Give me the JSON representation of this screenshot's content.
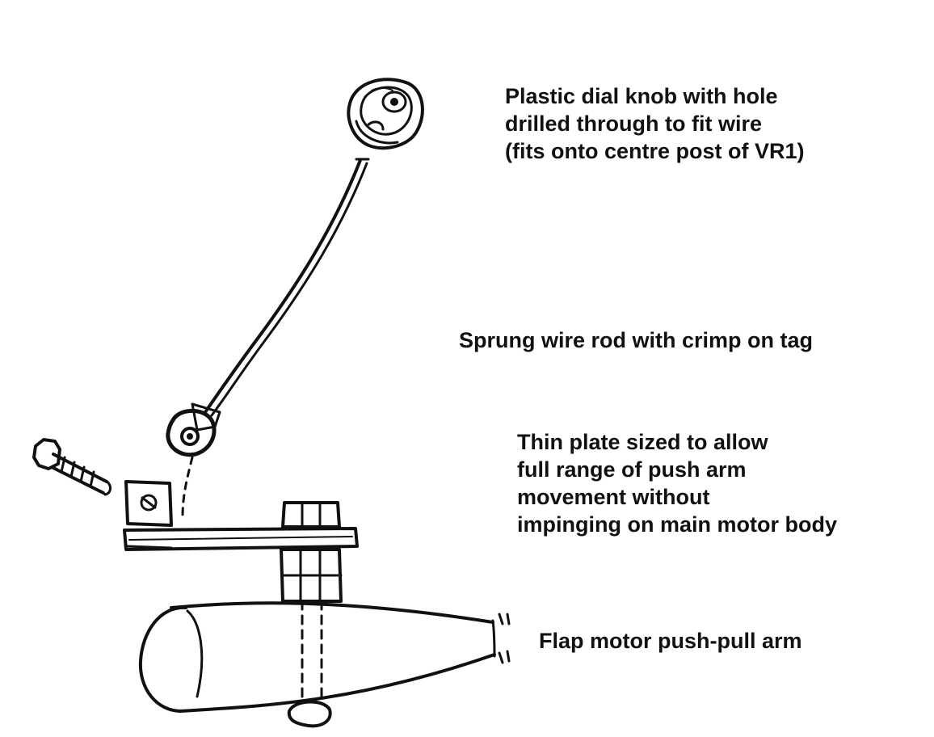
{
  "labels": {
    "knob": [
      "Plastic dial knob with hole",
      "drilled through to fit wire",
      "(fits onto centre post of VR1)"
    ],
    "rod": [
      "Sprung wire rod with crimp on tag"
    ],
    "plate": [
      "Thin plate sized to allow",
      "full range of push arm",
      "movement without",
      "impinging on main motor body"
    ],
    "arm": [
      "Flap motor push-pull arm"
    ]
  },
  "colors": {
    "ink": "#111111",
    "paper": "#ffffff"
  }
}
